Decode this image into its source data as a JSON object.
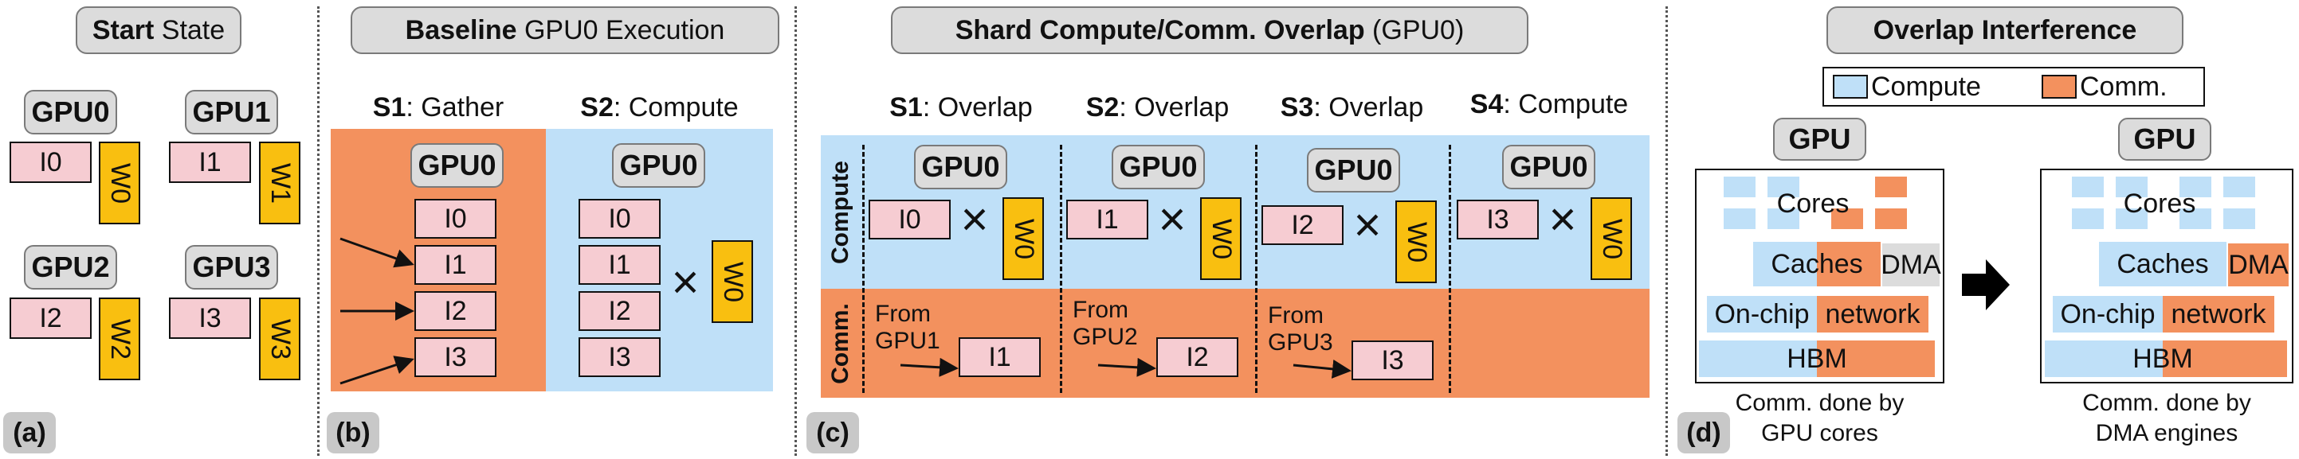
{
  "panel_a": {
    "title_bold": "Start State",
    "title_rest": "",
    "title_word1": "Start",
    "title_word2": "State",
    "gpus": [
      {
        "name": "GPU0",
        "input": "I0",
        "weight": "W0"
      },
      {
        "name": "GPU1",
        "input": "I1",
        "weight": "W1"
      },
      {
        "name": "GPU2",
        "input": "I2",
        "weight": "W2"
      },
      {
        "name": "GPU3",
        "input": "I3",
        "weight": "W3"
      }
    ],
    "tag": "(a)"
  },
  "panel_b": {
    "title_bold": "Baseline",
    "title_rest": "GPU0 Execution",
    "step1_bold": "S1",
    "step1_rest": ": Gather",
    "step2_bold": "S2",
    "step2_rest": ": Compute",
    "gpu_left": "GPU0",
    "gpu_right": "GPU0",
    "gather_inputs": [
      "I0",
      "I1",
      "I2",
      "I3"
    ],
    "compute_inputs": [
      "I0",
      "I1",
      "I2",
      "I3"
    ],
    "weight": "W0",
    "cross": "×",
    "tag": "(b)"
  },
  "panel_c": {
    "title_bold": "Shard Compute/Comm. Overlap",
    "title_rest": "(GPU0)",
    "row_compute": "Compute",
    "row_comm": "Comm.",
    "steps": [
      {
        "bold": "S1",
        "rest": ": Overlap",
        "gpu": "GPU0",
        "input": "I0",
        "weight": "W0",
        "from1": "From",
        "from2": "GPU1",
        "recv": "I1"
      },
      {
        "bold": "S2",
        "rest": ": Overlap",
        "gpu": "GPU0",
        "input": "I1",
        "weight": "W0",
        "from1": "From",
        "from2": "GPU2",
        "recv": "I2"
      },
      {
        "bold": "S3",
        "rest": ": Overlap",
        "gpu": "GPU0",
        "input": "I2",
        "weight": "W0",
        "from1": "From",
        "from2": "GPU3",
        "recv": "I3"
      },
      {
        "bold": "S4",
        "rest": ": Compute",
        "gpu": "GPU0",
        "input": "I3",
        "weight": "W0"
      }
    ],
    "cross": "×",
    "tag": "(c)"
  },
  "panel_d": {
    "title": "Overlap Interference",
    "legend_compute": "Compute",
    "legend_comm": "Comm.",
    "left": {
      "gpu": "GPU",
      "cores": "Cores",
      "caches": "Caches",
      "dma": "DMA",
      "onchip": "On-chip",
      "network": "network",
      "hbm": "HBM",
      "cap1": "Comm. done by",
      "cap2": "GPU cores"
    },
    "right": {
      "gpu": "GPU",
      "cores": "Cores",
      "caches": "Caches",
      "dma": "DMA",
      "onchip": "On-chip",
      "network": "network",
      "hbm": "HBM",
      "cap1": "Comm. done by",
      "cap2": "DMA engines"
    },
    "tag": "(d)"
  },
  "colors": {
    "comm": "#f3915e",
    "compute": "#bfe0f8",
    "weight": "#f9bf10",
    "input": "#f6ccd2",
    "pill": "#dcdcdc"
  }
}
